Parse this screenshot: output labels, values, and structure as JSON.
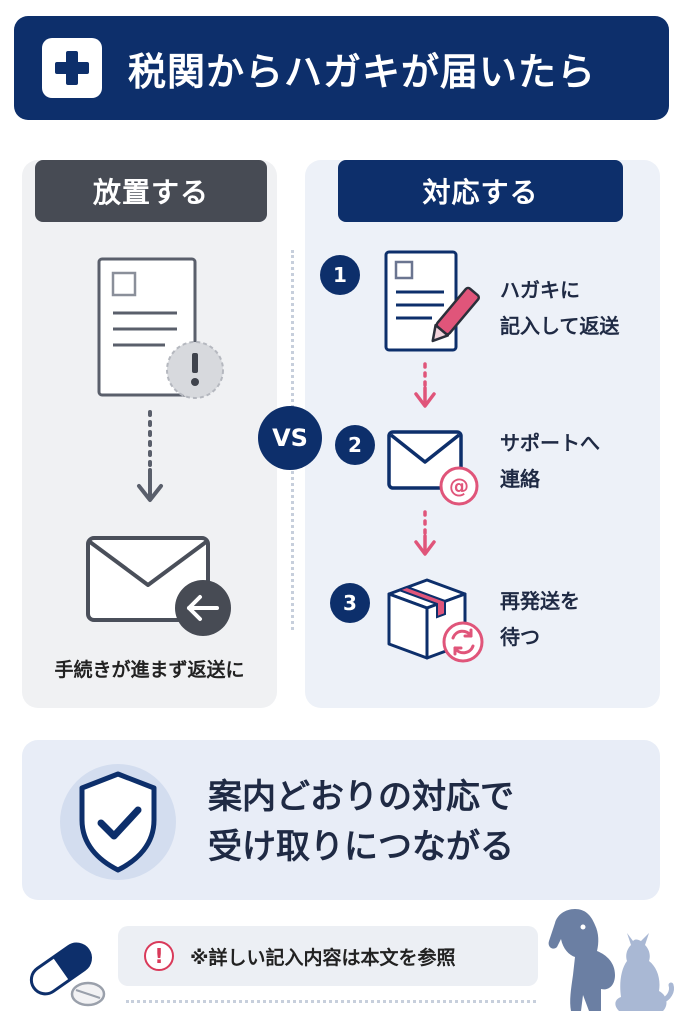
{
  "header": {
    "title": "税関からハガキが届いたら",
    "icon": "medical-cross-icon"
  },
  "left_panel": {
    "label": "放置する",
    "caption": "手続きが進まず返送に"
  },
  "vs_label": "VS",
  "right_panel": {
    "label": "対応する",
    "steps": [
      {
        "number": "1",
        "line1": "ハガキに",
        "line2": "記入して返送",
        "icon": "document-pen-icon"
      },
      {
        "number": "2",
        "line1": "サポートへ",
        "line2": "連絡",
        "icon": "mail-at-icon"
      },
      {
        "number": "3",
        "line1": "再発送を",
        "line2": "待つ",
        "icon": "box-reload-icon"
      }
    ]
  },
  "result": {
    "line1": "案内どおりの対応で",
    "line2": "受け取りにつながる",
    "icon": "shield-check-icon"
  },
  "note": {
    "badge": "!",
    "text": "※詳しい記入内容は本文を参照"
  },
  "colors": {
    "navy": "#0d2f6b",
    "gray_tag": "#474b54",
    "accent_pink": "#e0557a"
  }
}
